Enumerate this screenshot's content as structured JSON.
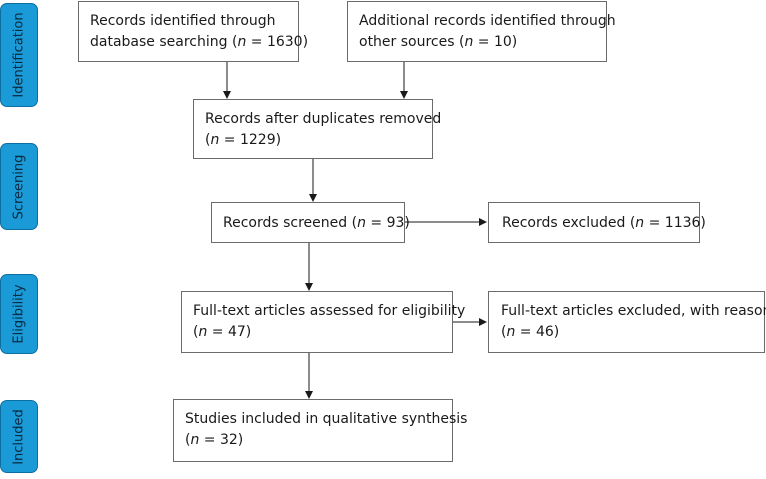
{
  "stages": [
    {
      "label": "Identification"
    },
    {
      "label": "Screening"
    },
    {
      "label": "Eligibility"
    },
    {
      "label": "Included"
    }
  ],
  "boxes": {
    "db_search": {
      "line1": "Records identified through",
      "line2_pre": "database searching (",
      "n_symbol": "n",
      "line2_post": " = 1630)"
    },
    "other_sources": {
      "line1": "Additional records identified through",
      "line2_pre": "other sources (",
      "n_symbol": "n",
      "line2_post": " = 10)"
    },
    "duplicates_removed": {
      "line1": "Records after duplicates removed",
      "line2_pre": "(",
      "n_symbol": "n",
      "line2_post": " = 1229)"
    },
    "screened": {
      "line1_pre": "Records screened (",
      "n_symbol": "n",
      "line1_post": " = 93)"
    },
    "excluded": {
      "line1_pre": "Records excluded (",
      "n_symbol": "n",
      "line1_post": " = 1136)"
    },
    "fulltext_assessed": {
      "line1": "Full-text articles assessed for eligibility",
      "line2_pre": "(",
      "n_symbol": "n",
      "line2_post": " = 47)"
    },
    "fulltext_excluded": {
      "line1": "Full-text articles excluded, with reasons",
      "line2_pre": "(",
      "n_symbol": "n",
      "line2_post": " = 46)"
    },
    "included": {
      "line1": "Studies included in qualitative synthesis",
      "line2_pre": "(",
      "n_symbol": "n",
      "line2_post": " = 32)"
    }
  }
}
